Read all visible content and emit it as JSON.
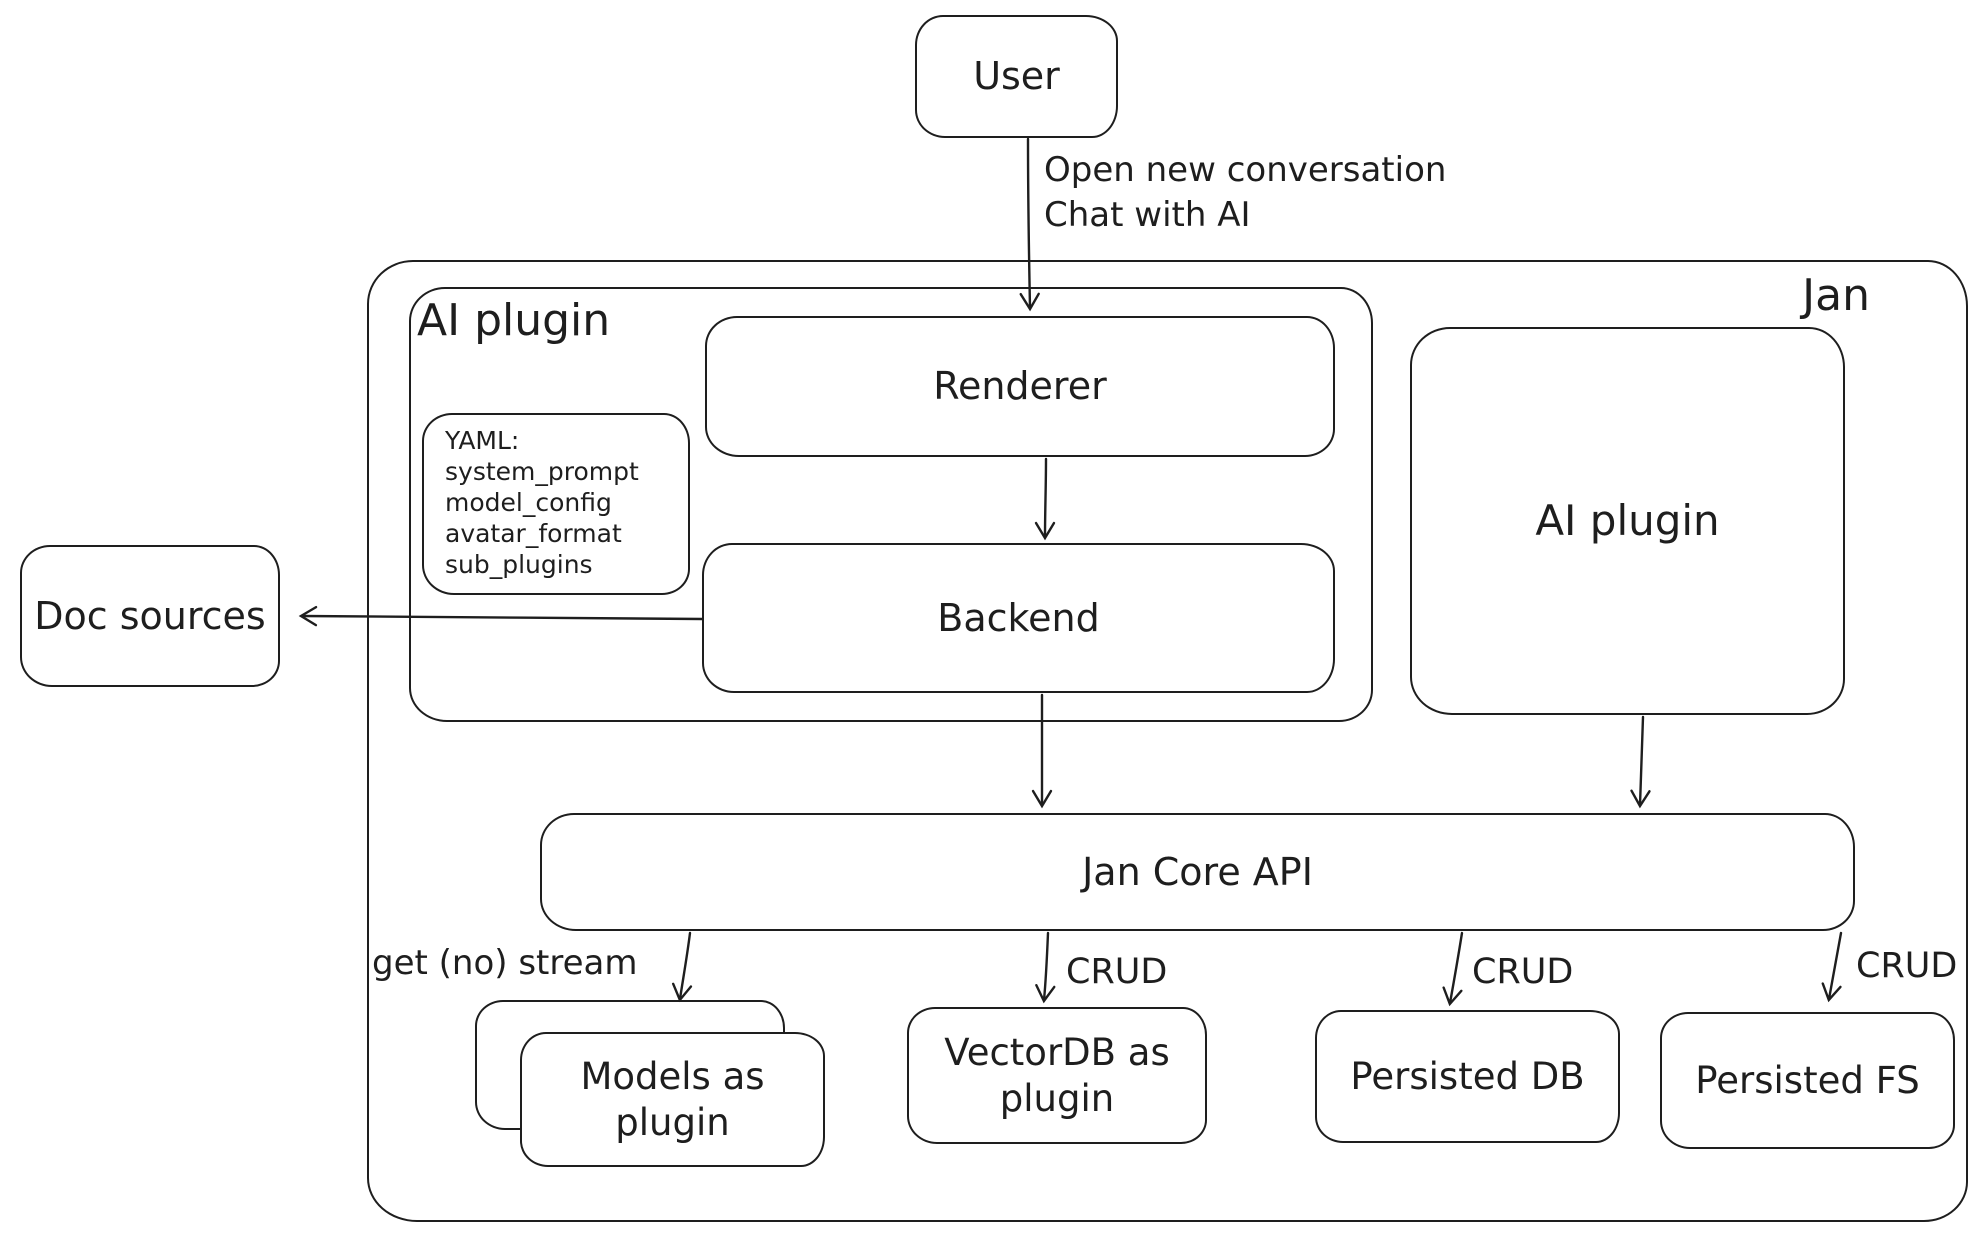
{
  "diagram": {
    "nodes": {
      "user": {
        "label": "User"
      },
      "jan": {
        "label": "Jan"
      },
      "ai_plugin_left": {
        "label": "AI plugin"
      },
      "yaml_note": {
        "title": "YAML:",
        "lines": [
          "system_prompt",
          "model_config",
          "avatar_format",
          "sub_plugins"
        ]
      },
      "renderer": {
        "label": "Renderer"
      },
      "backend": {
        "label": "Backend"
      },
      "ai_plugin_right": {
        "label": "AI plugin"
      },
      "doc_sources": {
        "label": "Doc sources"
      },
      "jan_core_api": {
        "label": "Jan Core API"
      },
      "models_plugin": {
        "label": "Models as plugin"
      },
      "vectordb_plugin": {
        "label": "VectorDB as plugin"
      },
      "persisted_db": {
        "label": "Persisted DB"
      },
      "persisted_fs": {
        "label": "Persisted FS"
      }
    },
    "edges": {
      "user_to_renderer": {
        "lines": [
          "Open new conversation",
          "Chat with AI"
        ]
      },
      "api_to_models": {
        "label": "get (no) stream"
      },
      "api_to_vectordb": {
        "label": "CRUD"
      },
      "api_to_persisted_db": {
        "label": "CRUD"
      },
      "api_to_persisted_fs": {
        "label": "CRUD"
      }
    },
    "colors": {
      "stroke": "#1e1e1e",
      "background": "#ffffff"
    }
  }
}
